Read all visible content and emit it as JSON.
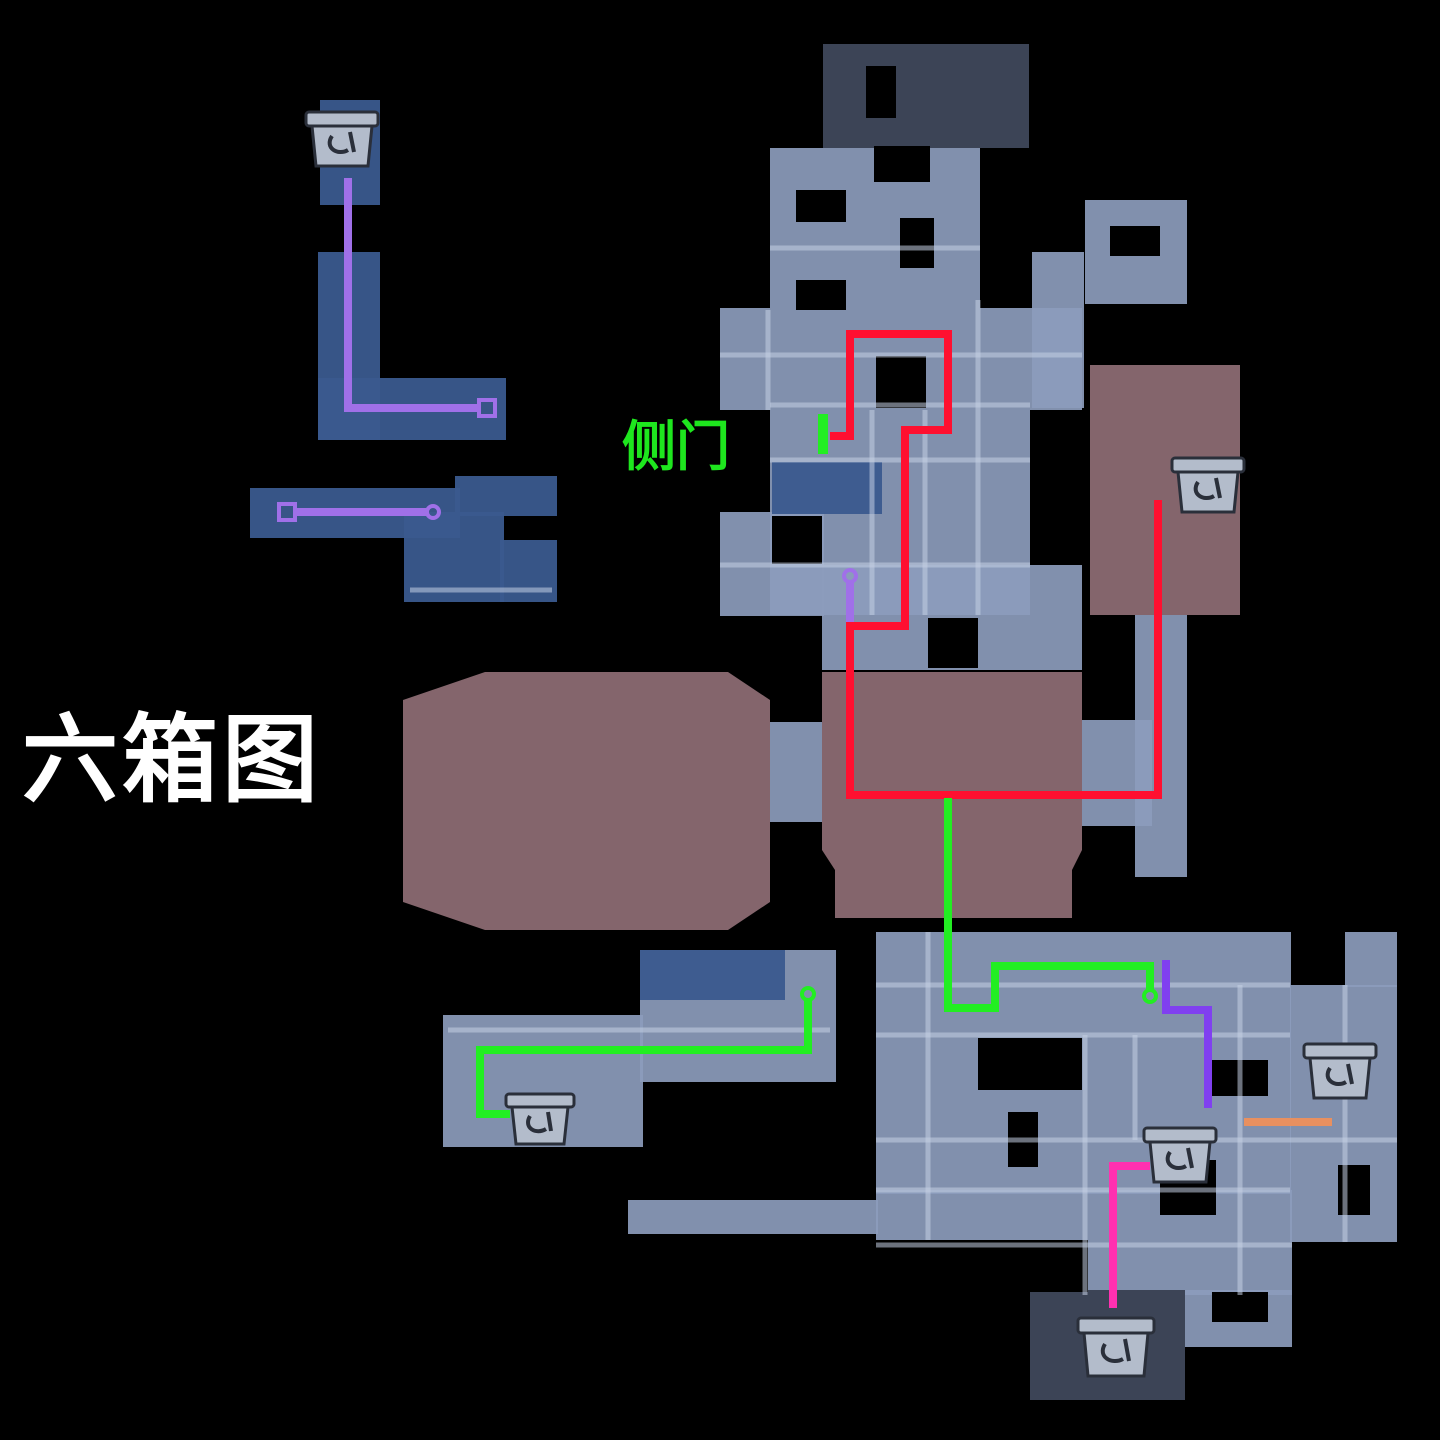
{
  "map": {
    "title": "六箱图",
    "side_door_label": "侧门",
    "chest_count": 6,
    "chest_icon": "treasure-chest-icon",
    "route_colors": {
      "purple": "#a070e8",
      "red": "#ff1030",
      "green": "#22ee22",
      "violet": "#8040f0",
      "magenta": "#ff30b0",
      "orange": "#e89060"
    },
    "floor_colors": {
      "room": "#8c9cbc",
      "room_dark": "#3a5a8e",
      "brown_area": "#8b6a72",
      "background": "#000000"
    }
  }
}
